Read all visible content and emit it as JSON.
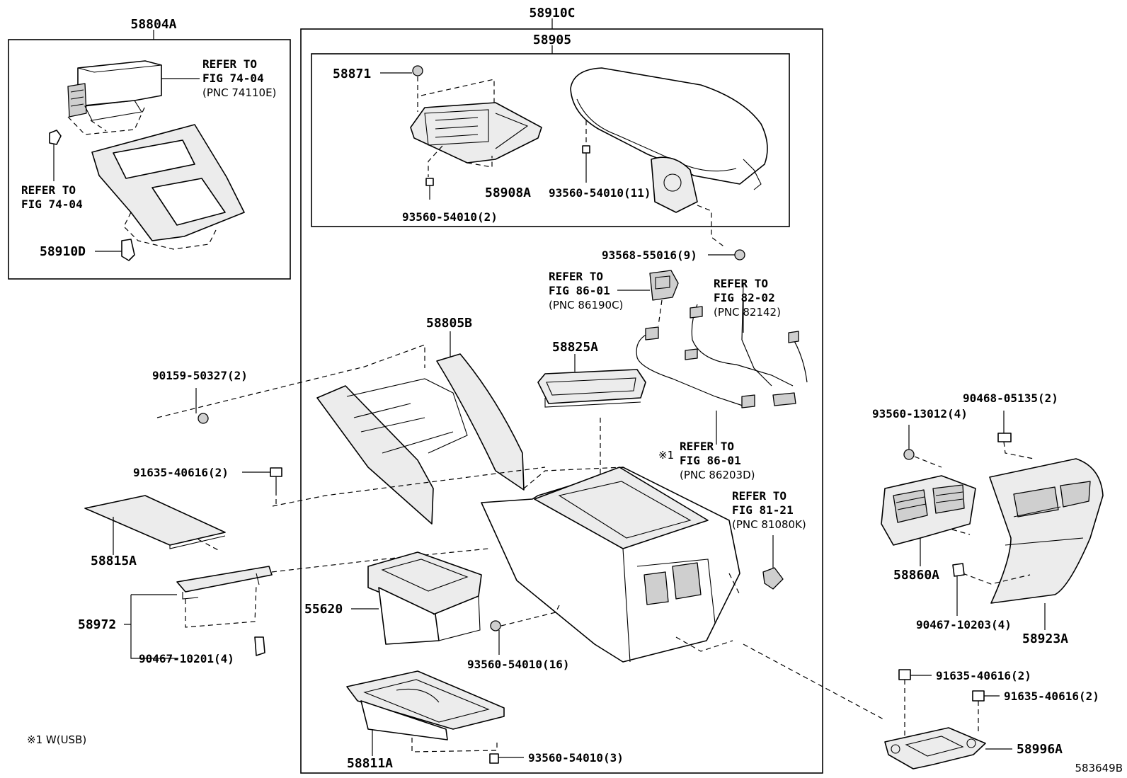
{
  "diagram": {
    "labels": {
      "p58910C": "58910C",
      "p58905": "58905",
      "p58804A": "58804A",
      "p58871": "58871",
      "p58908A": "58908A",
      "p93560_54010_2": "93560-54010(2)",
      "p93560_54010_11": "93560-54010(11)",
      "p93568_55016_9": "93568-55016(9)",
      "p58910D": "58910D",
      "p58805B": "58805B",
      "p58825A": "58825A",
      "p90159_50327_2": "90159-50327(2)",
      "p91635_40616_2_left": "91635-40616(2)",
      "p58815A": "58815A",
      "p58972": "58972",
      "p90467_10201_4": "90467-10201(4)",
      "p55620": "55620",
      "p93560_54010_16": "93560-54010(16)",
      "p58811A": "58811A",
      "p93560_54010_3": "93560-54010(3)",
      "p93560_13012_4": "93560-13012(4)",
      "p90468_05135_2": "90468-05135(2)",
      "p58860A": "58860A",
      "p90467_10203_4": "90467-10203(4)",
      "p58923A": "58923A",
      "p91635_40616_2_r1": "91635-40616(2)",
      "p91635_40616_2_r2": "91635-40616(2)",
      "p58996A": "58996A"
    },
    "refs": {
      "r1": {
        "line1": "REFER TO",
        "line2": "FIG 74-04",
        "line3": "(PNC 74110E)"
      },
      "r2": {
        "line1": "REFER TO",
        "line2": "FIG 74-04"
      },
      "r3": {
        "line1": "REFER TO",
        "line2": "FIG 86-01",
        "line3": "(PNC 86190C)"
      },
      "r4": {
        "line1": "REFER TO",
        "line2": "FIG 82-02",
        "line3": "(PNC 82142)"
      },
      "r5": {
        "marker": "※1",
        "line1": "REFER TO",
        "line2": "FIG 86-01",
        "line3": "(PNC 86203D)"
      },
      "r6": {
        "line1": "REFER TO",
        "line2": "FIG 81-21",
        "line3": "(PNC 81080K)"
      }
    },
    "footnote": "※1 W(USB)",
    "diagram_id": "583649B"
  }
}
